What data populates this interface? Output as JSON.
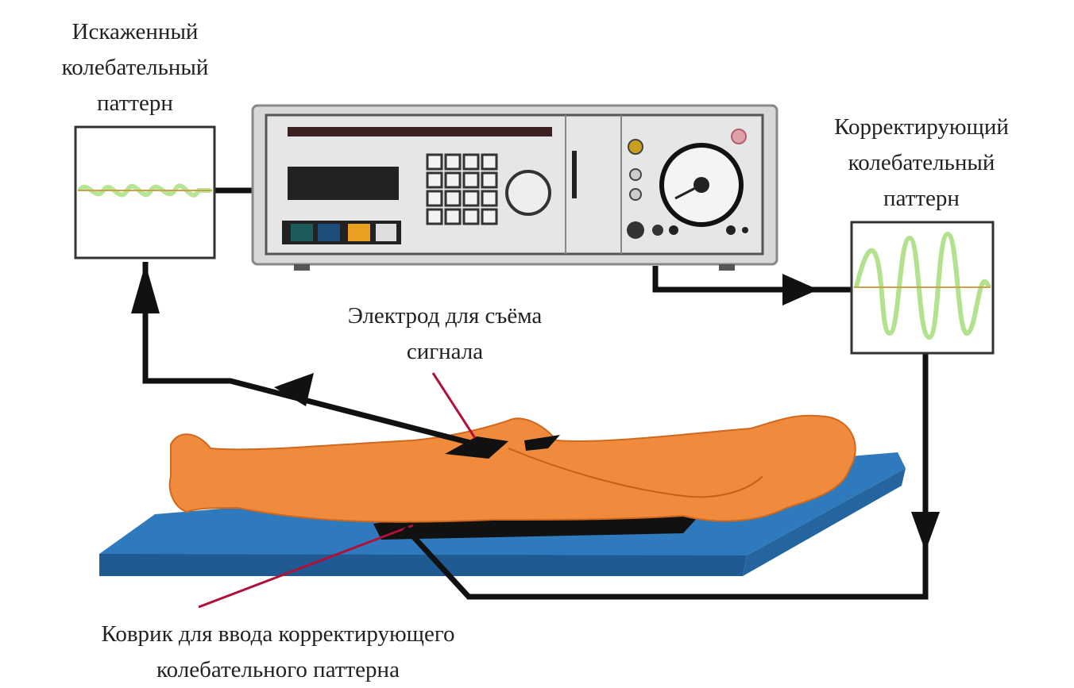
{
  "labels": {
    "distorted": [
      "Искаженный",
      "колебательный",
      "паттерн"
    ],
    "corrective": [
      "Корректирующий",
      "колебательный",
      "паттерн"
    ],
    "electrode": [
      "Электрод для съёма",
      "сигнала"
    ],
    "mat": [
      "Коврик для ввода корректирующего",
      "колебательного паттерна"
    ]
  },
  "colors": {
    "body": "#f08a3c",
    "mat": "#2e74b5",
    "wave": "#9ad66a",
    "pointer": "#b0103a"
  }
}
